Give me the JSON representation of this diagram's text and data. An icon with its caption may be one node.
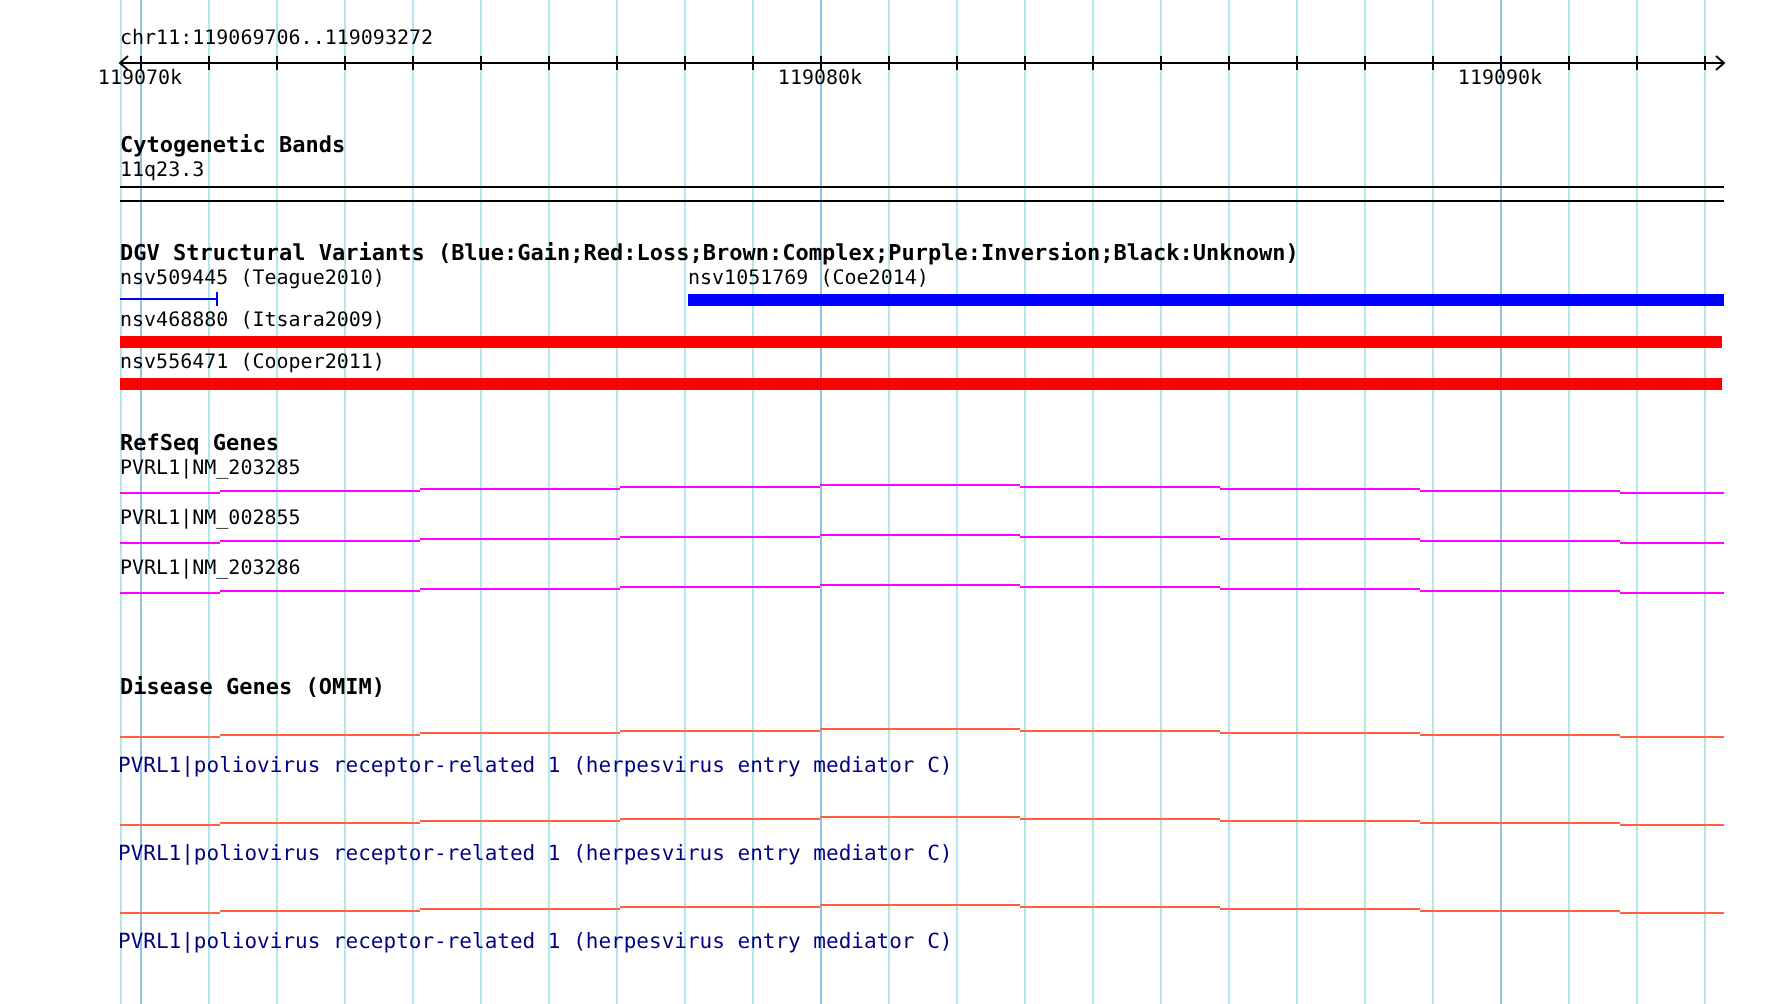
{
  "diagram": {
    "labels": [
      "chr11:119069706..119093272",
      "119070k",
      "119080k",
      "119090k",
      "Cytogenetic Bands",
      "11q23.3",
      "DGV Structural Variants (Blue:Gain;Red:Loss;Brown:Complex;Purple:Inversion;Black:Unknown)",
      "nsv509445 (Teague2010)",
      "nsv1051769 (Coe2014)",
      "nsv468880 (Itsara2009)",
      "nsv556471 (Cooper2011)",
      "RefSeq Genes",
      "PVRL1|NM_203285",
      "PVRL1|NM_002855",
      "PVRL1|NM_203286",
      "Disease Genes (OMIM)",
      "PVRL1|poliovirus receptor-related 1 (herpesvirus entry mediator C)",
      "PVRL1|poliovirus receptor-related 1 (herpesvirus entry mediator C)",
      "PVRL1|poliovirus receptor-related 1 (herpesvirus entry mediator C)"
    ]
  }
}
